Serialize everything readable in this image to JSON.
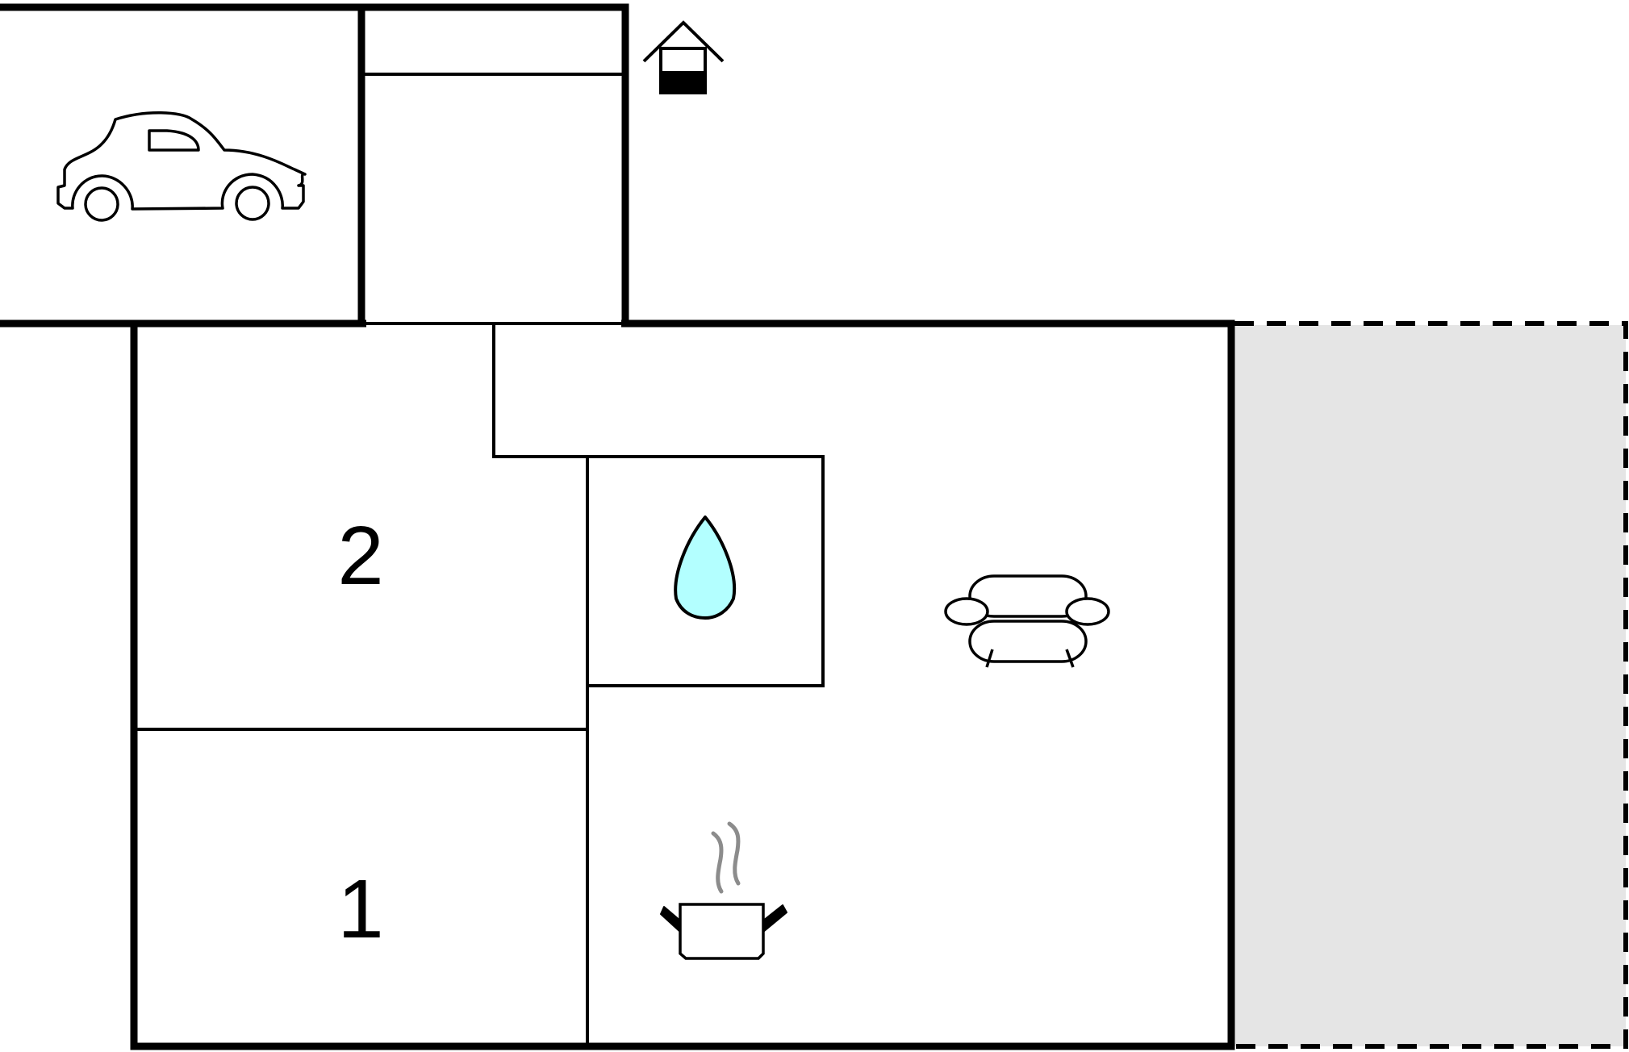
{
  "floorplan": {
    "rooms": [
      {
        "id": "bedroom-2",
        "label": "2"
      },
      {
        "id": "bedroom-1",
        "label": "1"
      }
    ],
    "icons": [
      {
        "name": "car-icon",
        "room": "garage"
      },
      {
        "name": "entrance-icon",
        "room": "exterior"
      },
      {
        "name": "water-drop-icon",
        "room": "bathroom"
      },
      {
        "name": "sofa-icon",
        "room": "living-room"
      },
      {
        "name": "cooking-pot-icon",
        "room": "kitchen"
      }
    ],
    "colors": {
      "wall": "#000000",
      "background": "#ffffff",
      "terrace_fill": "#e5e5e5",
      "water": "#b3ffff",
      "steam": "#8c8c8c"
    }
  }
}
